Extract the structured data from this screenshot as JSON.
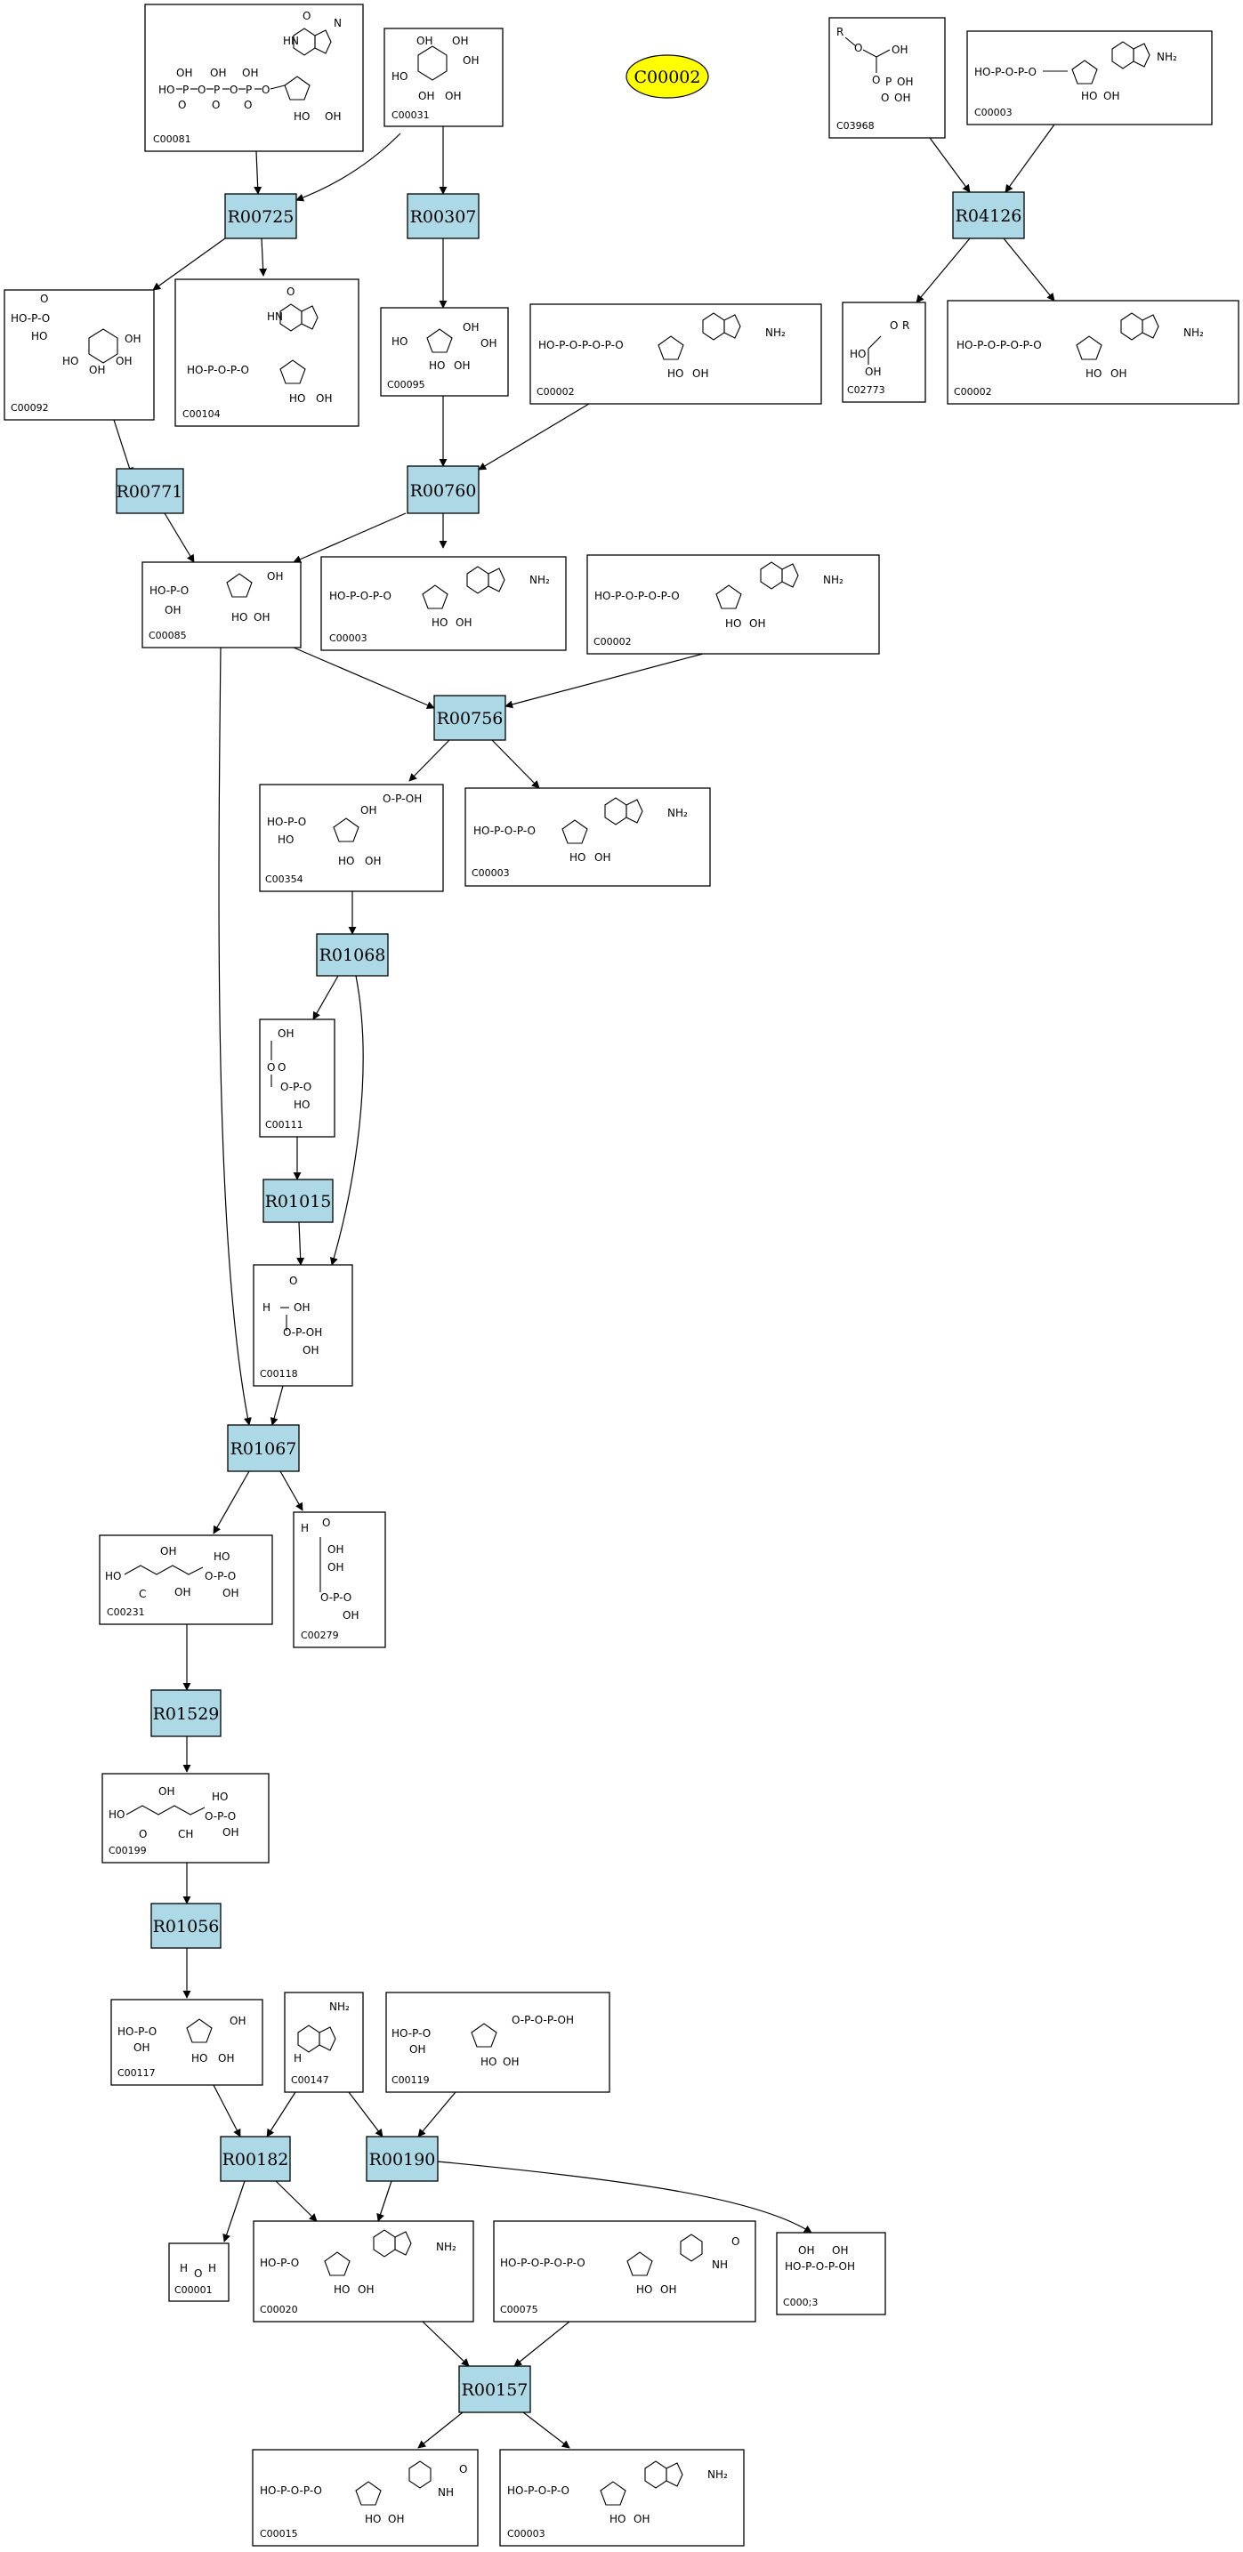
{
  "legend": {
    "label": "C00002",
    "color": "#ffff00"
  },
  "colors": {
    "reaction_fill": "#add8e6",
    "compound_fill": "#ffffff",
    "stroke": "#000000"
  },
  "reactions": {
    "R00725": "R00725",
    "R00307": "R00307",
    "R04126": "R04126",
    "R00771": "R00771",
    "R00760": "R00760",
    "R00756": "R00756",
    "R01068": "R01068",
    "R01015": "R01015",
    "R01067": "R01067",
    "R01529": "R01529",
    "R01056": "R01056",
    "R00182": "R00182",
    "R00190": "R00190",
    "R00157": "R00157"
  },
  "compounds": {
    "c00081": "C00081",
    "c00031": "C00031",
    "c03968": "C03968",
    "c00003a": "C00003",
    "c00092": "C00092",
    "c00104": "C00104",
    "c00095": "C00095",
    "c00002a": "C00002",
    "c02773": "C02773",
    "c00002b": "C00002",
    "c00085": "C00085",
    "c00003b": "C00003",
    "c00002c": "C00002",
    "c00354": "C00354",
    "c00003c": "C00003",
    "c00111": "C00111",
    "c00118": "C00118",
    "c00231": "C00231",
    "c00279": "C00279",
    "c00199": "C00199",
    "c00117": "C00117",
    "c00147": "C00147",
    "c00119": "C00119",
    "c00001": "C00001",
    "c00020": "C00020",
    "c00075": "C00075",
    "c00013": "C000;3",
    "c00015": "C00015",
    "c00003d": "C00003"
  }
}
